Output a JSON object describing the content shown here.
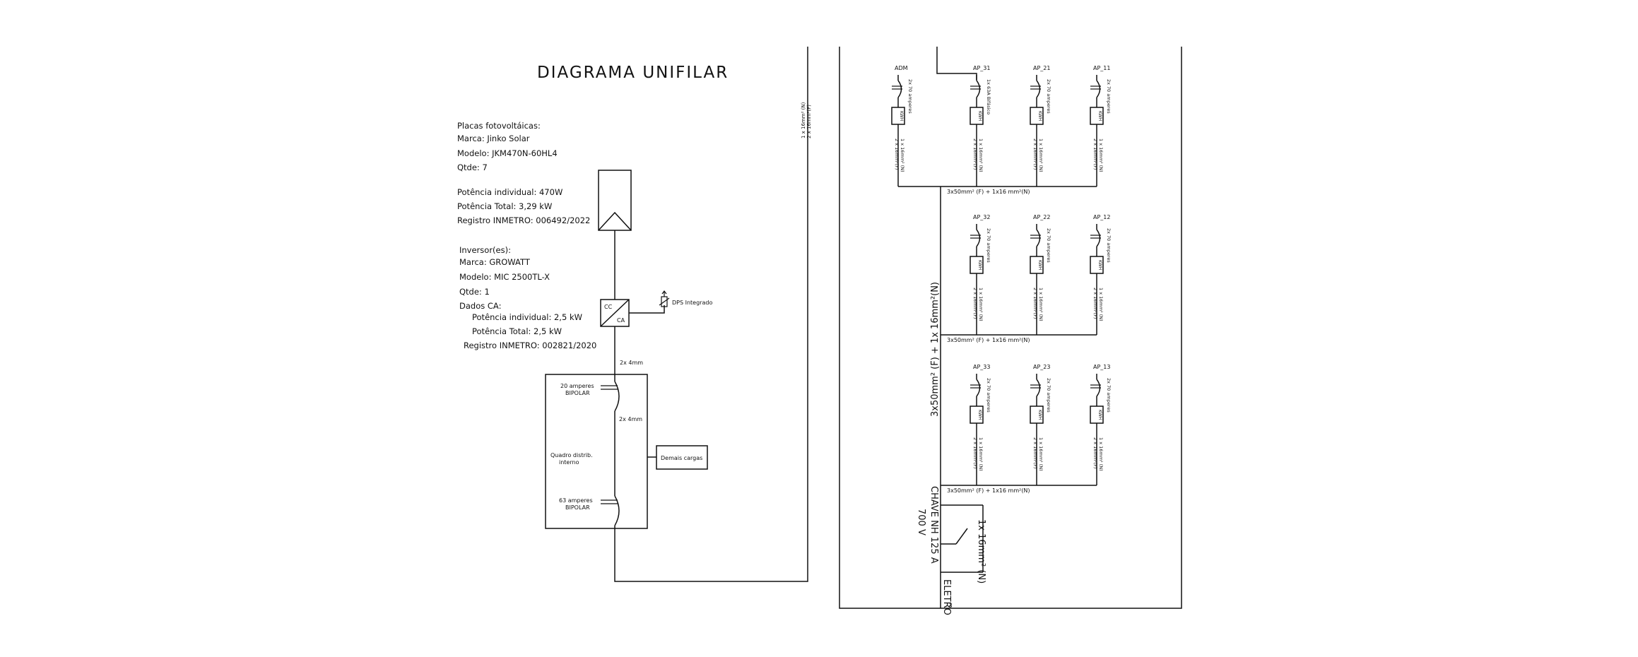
{
  "title": "DIAGRAMA UNIFILAR",
  "pv_specs": {
    "heading": "Placas fotovoltáicas:",
    "brand": "Marca: Jinko Solar",
    "model": "Modelo: JKM470N-60HL4",
    "qty": "Qtde: 7",
    "power_individual": "Potência individual: 470W",
    "power_total": "Potência Total: 3,29 kW",
    "inmetro": "Registro INMETRO: 006492/2022"
  },
  "inverter_specs": {
    "heading": "Inversor(es):",
    "brand": "Marca: GROWATT",
    "model": "Modelo: MIC 2500TL-X",
    "qty": "Qtde: 1",
    "ca_heading": "Dados CA:",
    "power_individual": "Potência individual: 2,5 kW",
    "power_total": "Potência Total: 2,5 kW",
    "inmetro": "Registro INMETRO: 002821/2020"
  },
  "inverter_labels": {
    "dc": "CC",
    "ac": "CA"
  },
  "dps_label": "DPS Integrado",
  "cable_2x4_top": "2x 4mm",
  "cable_2x4_mid": "2x 4mm",
  "breaker_20": {
    "line1": "20 amperes",
    "line2": "BIPOLAR"
  },
  "breaker_63": {
    "line1": "63 amperes",
    "line2": "BIPOLAR"
  },
  "panel_label": {
    "line1": "Quadro distrib.",
    "line2": "interno"
  },
  "other_loads": "Demais cargas",
  "vertical_cable": {
    "line1": "1 x 16mm² (N)",
    "line2": "2 x 16mm²(F)"
  },
  "main_bus_label": "3x50mm² (F) + 1x 16mm²(N)",
  "row_bus_label": "3x50mm² (F) + 1x16 mm²(N)",
  "nh_switch": {
    "line1": "CHAVE NH 125 A",
    "line2": "700 V"
  },
  "neutral_label": "1x 16mm² (N)",
  "electrode_label": "ELETRO",
  "bottom_fragment": "3",
  "unit_cable_neutral": "1 x 16mm² (N)",
  "unit_cable_phase": "2 x 16mm²(F)",
  "meter_label": "KWH",
  "units_row1": [
    {
      "name": "ADM",
      "breaker": "2x 70 amperes"
    },
    {
      "name": "AP_31",
      "breaker": "1x 63A Bifásico"
    },
    {
      "name": "AP_21",
      "breaker": "2x 70 amperes"
    },
    {
      "name": "AP_11",
      "breaker": "2x 70 amperes"
    }
  ],
  "units_row2": [
    {
      "name": "AP_32",
      "breaker": "2x 70 amperes"
    },
    {
      "name": "AP_22",
      "breaker": "2x 70 amperes"
    },
    {
      "name": "AP_12",
      "breaker": "2x 70 amperes"
    }
  ],
  "units_row3": [
    {
      "name": "AP_33",
      "breaker": "2x 70 amperes"
    },
    {
      "name": "AP_23",
      "breaker": "2x 70 amperes"
    },
    {
      "name": "AP_13",
      "breaker": "2x 70 amperes"
    }
  ]
}
